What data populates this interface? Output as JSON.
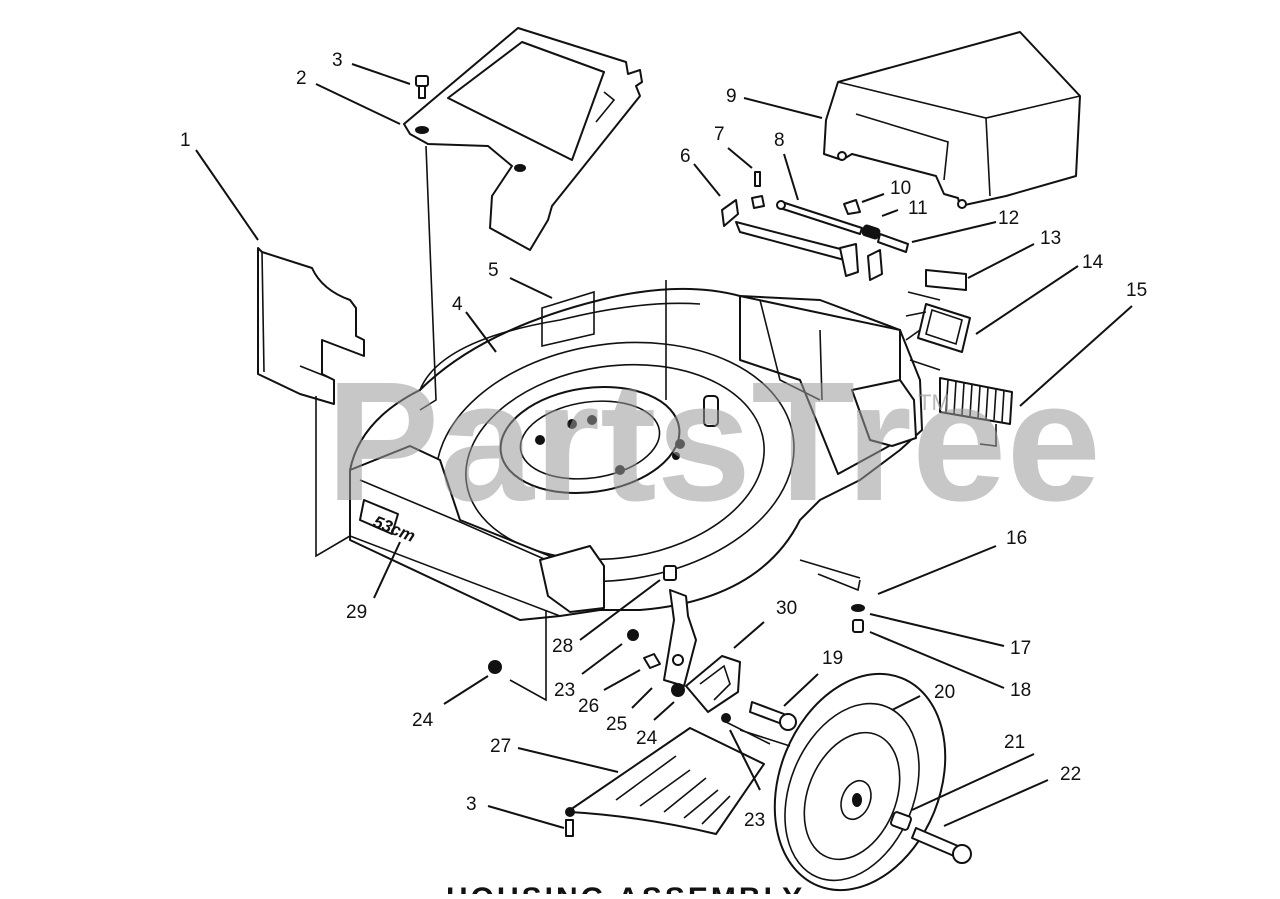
{
  "diagram": {
    "title": "Lawn mower housing assembly - exploded parts diagram",
    "watermark": "PartsTree",
    "trademark": "TM",
    "deck_badge": "53cm",
    "bottom_caption_partial": "HOUSING ASSEMBLY",
    "callouts": [
      {
        "id": "c1",
        "label": "1"
      },
      {
        "id": "c2",
        "label": "2"
      },
      {
        "id": "c3a",
        "label": "3"
      },
      {
        "id": "c3b",
        "label": "3"
      },
      {
        "id": "c4",
        "label": "4"
      },
      {
        "id": "c5",
        "label": "5"
      },
      {
        "id": "c6",
        "label": "6"
      },
      {
        "id": "c7",
        "label": "7"
      },
      {
        "id": "c8",
        "label": "8"
      },
      {
        "id": "c9",
        "label": "9"
      },
      {
        "id": "c10",
        "label": "10"
      },
      {
        "id": "c11",
        "label": "11"
      },
      {
        "id": "c12",
        "label": "12"
      },
      {
        "id": "c13",
        "label": "13"
      },
      {
        "id": "c14",
        "label": "14"
      },
      {
        "id": "c15",
        "label": "15"
      },
      {
        "id": "c16",
        "label": "16"
      },
      {
        "id": "c17",
        "label": "17"
      },
      {
        "id": "c18",
        "label": "18"
      },
      {
        "id": "c19",
        "label": "19"
      },
      {
        "id": "c20",
        "label": "20"
      },
      {
        "id": "c21",
        "label": "21"
      },
      {
        "id": "c22",
        "label": "22"
      },
      {
        "id": "c23a",
        "label": "23"
      },
      {
        "id": "c23b",
        "label": "23"
      },
      {
        "id": "c24a",
        "label": "24"
      },
      {
        "id": "c24b",
        "label": "24"
      },
      {
        "id": "c25",
        "label": "25"
      },
      {
        "id": "c26",
        "label": "26"
      },
      {
        "id": "c27",
        "label": "27"
      },
      {
        "id": "c28",
        "label": "28"
      },
      {
        "id": "c29",
        "label": "29"
      },
      {
        "id": "c30",
        "label": "30"
      }
    ]
  }
}
